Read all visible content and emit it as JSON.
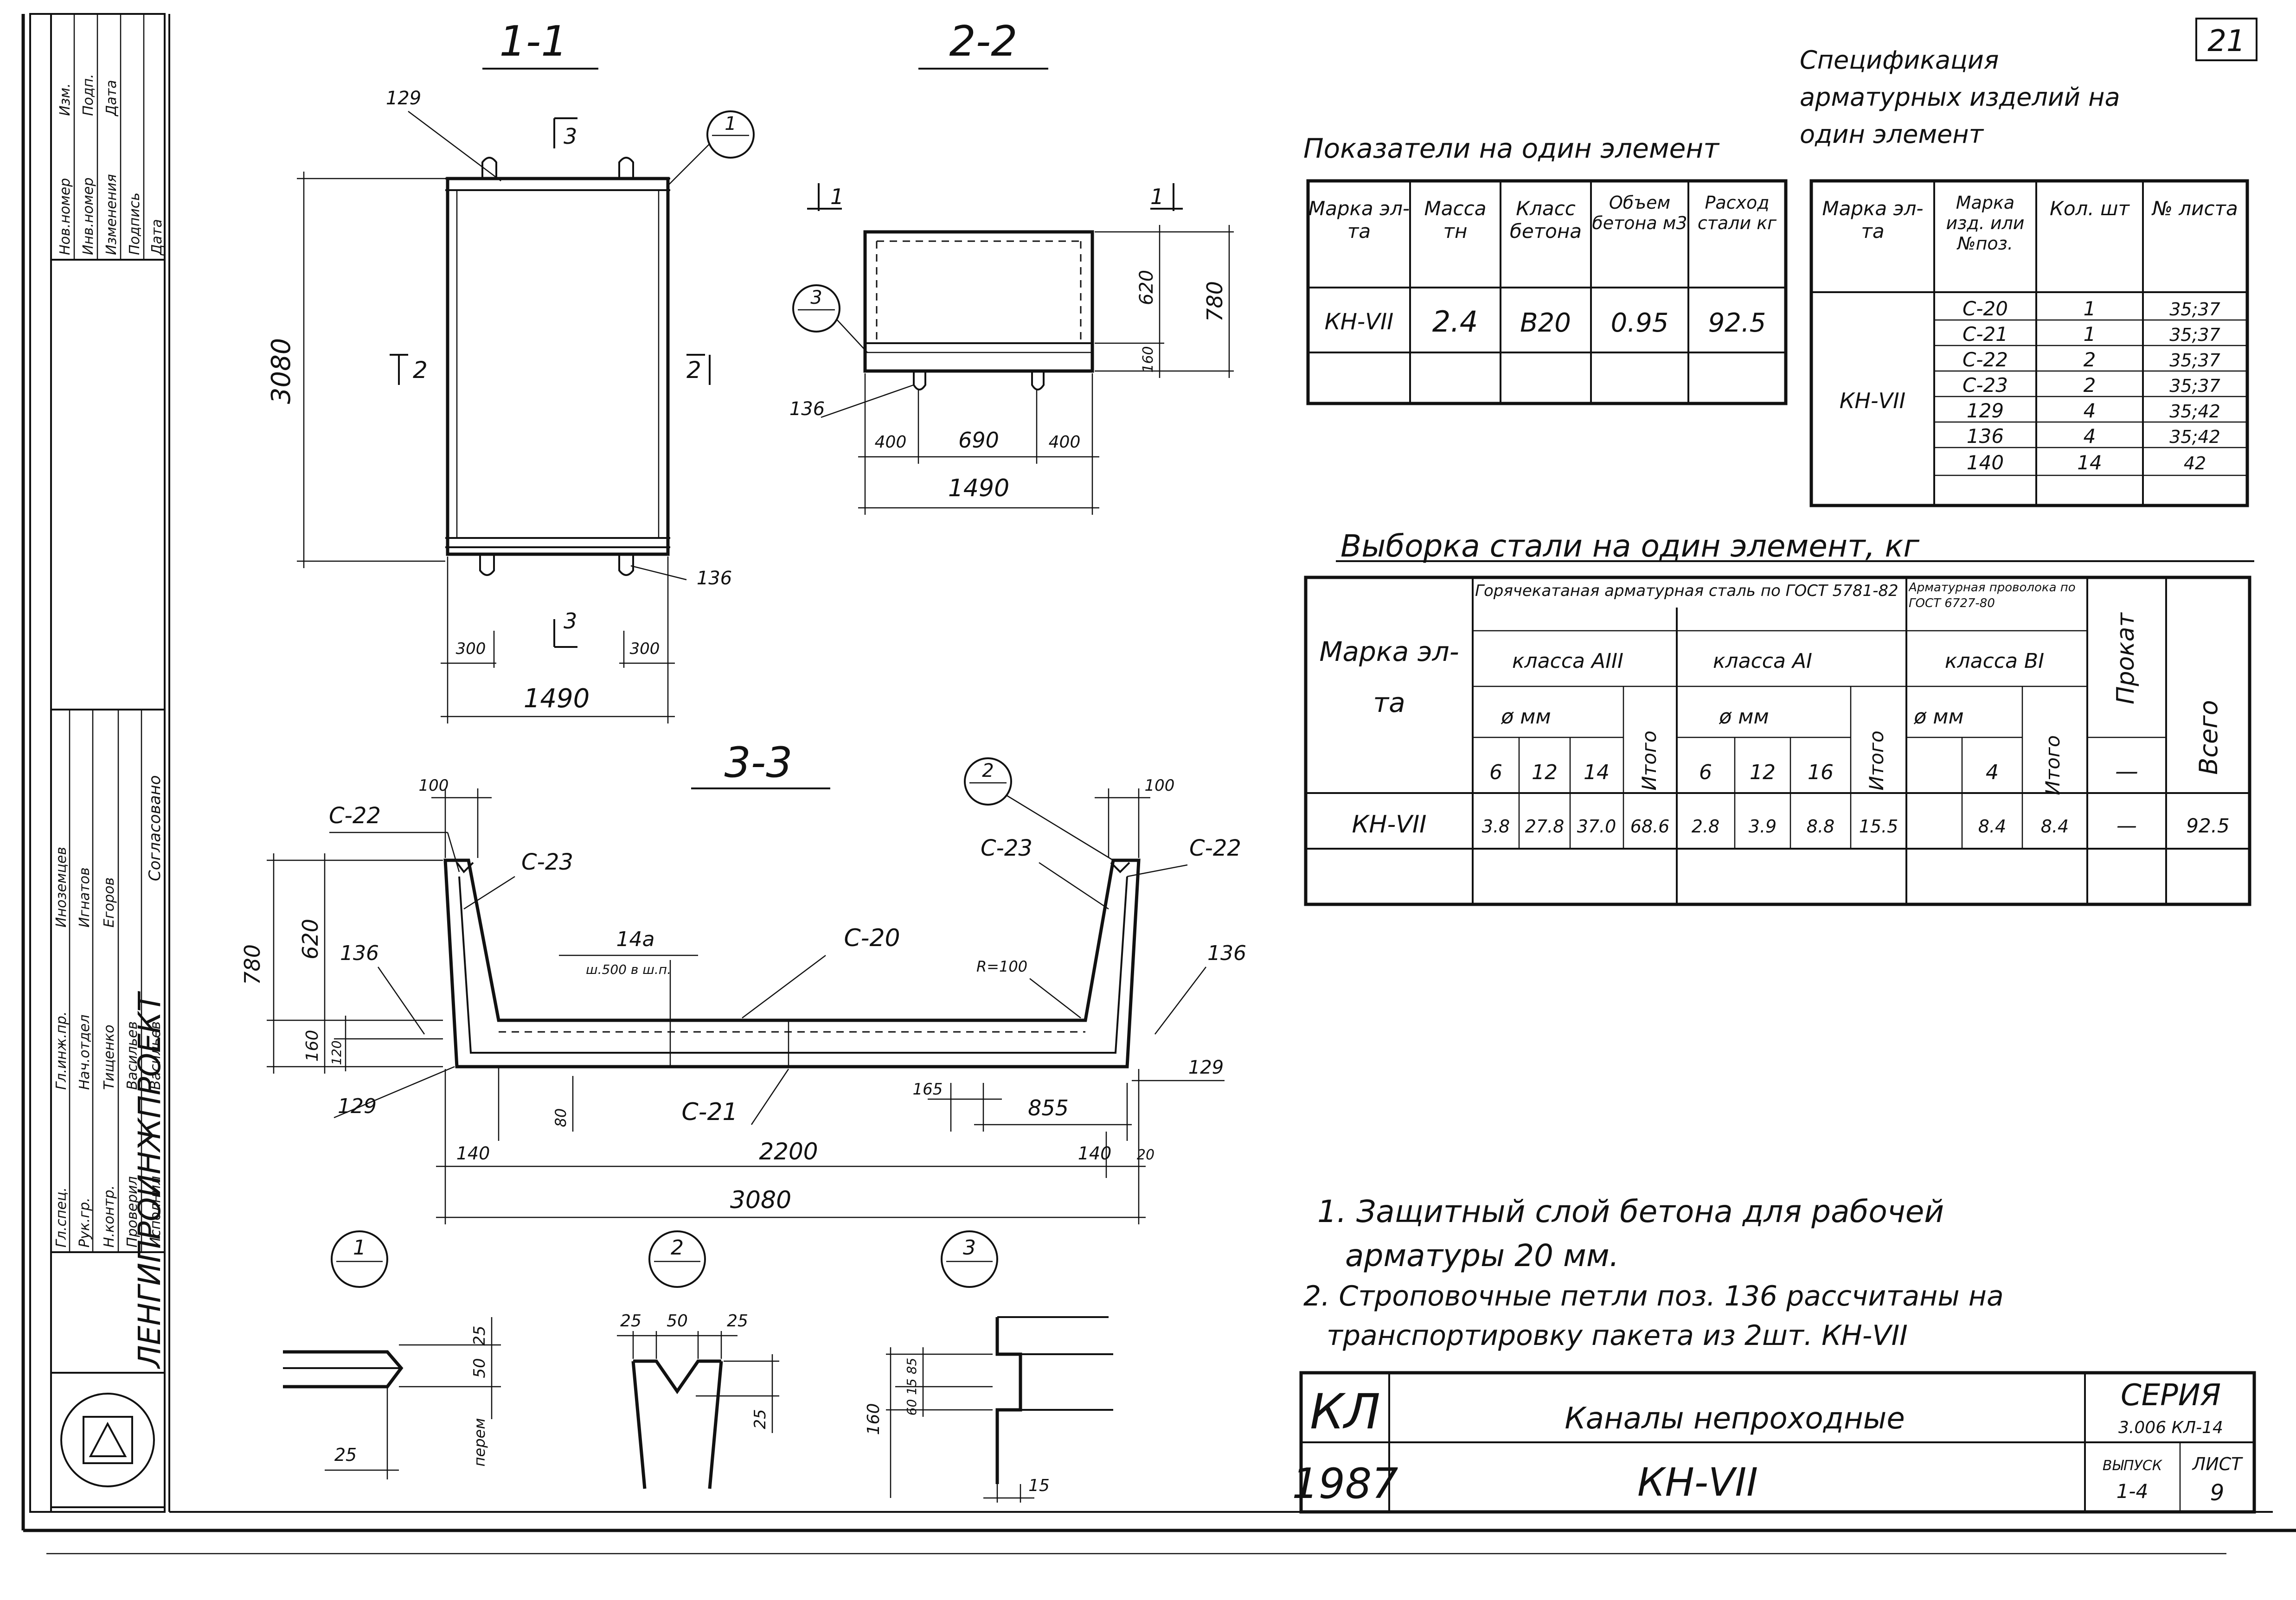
{
  "sheet": {
    "page_number": "21",
    "title_block": {
      "code": "КЛ",
      "year": "1987",
      "name": "Каналы непроходные",
      "mark": "КН-VII",
      "series_label": "СЕРИЯ",
      "series_value": "3.006 КЛ-14",
      "issue_label": "ВЫПУСК",
      "issue_value": "1-4",
      "sheet_label": "ЛИСТ",
      "sheet_value": "9"
    },
    "side_stamp": {
      "org": "ЛЕНГИПРОИНЖПРОЕКТ",
      "rows": [
        "Гл.спец.",
        "Рук.гр.",
        "Н.контр.",
        "Проверил",
        "Исполнил",
        "Гл.инж.пр.",
        "Нач.отдел"
      ],
      "names": [
        "Тищенко",
        "Васильев",
        "Васильев",
        "Иноземцев",
        "Игнатов",
        "Егоров"
      ],
      "agreed": "Согласовано",
      "changes_header": [
        "Изм.",
        "Подп.",
        "Дата"
      ],
      "vertical_labels": [
        "Нов.номер",
        "Инв.номер",
        "Изменения",
        "Подпись",
        "Дата"
      ]
    }
  },
  "views": {
    "section_1_1": {
      "label": "1-1",
      "height": "3080",
      "width_total": "1490",
      "dim_300_left": "300",
      "dim_300_right": "300",
      "pos_129": "129",
      "pos_136": "136",
      "cut_2_left": "2",
      "cut_2_right": "2",
      "cut_3_top": "3",
      "cut_3_bottom": "3",
      "node_1": "1"
    },
    "section_2_2": {
      "label": "2-2",
      "cut_1_left": "1",
      "cut_1_right": "1",
      "h_620": "620",
      "h_160": "160",
      "h_780": "780",
      "d_400_left": "400",
      "d_690": "690",
      "d_400_right": "400",
      "total_1490": "1490",
      "pos_136": "136",
      "node_3": "3"
    },
    "section_3_3": {
      "label": "3-3",
      "c22_left": "С-22",
      "c23_left": "С-23",
      "c20": "С-20",
      "c23_right": "С-23",
      "c22_right": "С-22",
      "c21": "С-21",
      "pos_136_left": "136",
      "pos_136_right": "136",
      "pos_129_left": "129",
      "pos_129_right": "129",
      "pos_140_mark": "14а",
      "pos_140_note": "ш.500 в ш.п.",
      "radius": "R=100",
      "d_100_left": "100",
      "d_100_right": "100",
      "h_780": "780",
      "h_620": "620",
      "h_160": "160",
      "h_120": "120",
      "h_80": "80",
      "d_165": "165",
      "d_855": "855",
      "d_140_left": "140",
      "d_2200": "2200",
      "d_140_right": "140",
      "d_20": "20",
      "d_3080": "3080",
      "node_2": "2"
    },
    "detail_1": {
      "label": "1",
      "d_25_top": "25",
      "d_50": "50",
      "d_25_bottom": "25",
      "note": "перем"
    },
    "detail_2": {
      "label": "2",
      "d_25_left": "25",
      "d_50": "50",
      "d_25_right": "25",
      "d_25_side": "25"
    },
    "detail_3": {
      "label": "3",
      "h_160": "160",
      "h_sub": "60 15 85",
      "d_15": "15"
    }
  },
  "indicators": {
    "title": "Показатели на один элемент",
    "headers": [
      "Марка эл-та",
      "Масса тн",
      "Класс бетона",
      "Объем бетона м3",
      "Расход стали кг"
    ],
    "rows": [
      [
        "КН-VII",
        "2.4",
        "В20",
        "0.95",
        "92.5"
      ],
      [
        "",
        "",
        "",
        "",
        ""
      ]
    ]
  },
  "specification": {
    "title": "Спецификация арматурных изделий на один элемент",
    "headers": [
      "Марка эл-та",
      "Марка изд. или №поз.",
      "Кол. шт",
      "№ листа"
    ],
    "mark": "КН-VII",
    "rows": [
      [
        "С-20",
        "1",
        "35;37"
      ],
      [
        "С-21",
        "1",
        "35;37"
      ],
      [
        "С-22",
        "2",
        "35;37"
      ],
      [
        "С-23",
        "2",
        "35;37"
      ],
      [
        "129",
        "4",
        "35;42"
      ],
      [
        "136",
        "4",
        "35;42"
      ],
      [
        "140",
        "14",
        "42"
      ]
    ]
  },
  "steel": {
    "title": "Выборка стали на один элемент, кг",
    "col_mark": "Марка эл-та",
    "hot_rolled": "Горячекатаная арматурная сталь по ГОСТ 5781-82",
    "wire": "Арматурная проволока по ГОСТ 6727-80",
    "class_a3": "класса АIII",
    "class_a1": "класса АI",
    "class_b1": "класса ВI",
    "diam": "ø мм",
    "total_word": "Итого",
    "rolled": "Прокат",
    "grand": "Всего",
    "diams_a3": [
      "6",
      "12",
      "14"
    ],
    "diams_a1": [
      "6",
      "12",
      "16"
    ],
    "diams_b1": [
      "",
      "4"
    ],
    "row": {
      "mark": "КН-VII",
      "a3": [
        "3.8",
        "27.8",
        "37.0"
      ],
      "a3_total": "68.6",
      "a1": [
        "2.8",
        "3.9",
        "8.8"
      ],
      "a1_total": "15.5",
      "b1": [
        "",
        "8.4"
      ],
      "b1_total": "8.4",
      "rolled": "—",
      "grand": "92.5"
    },
    "dash": "—"
  },
  "notes": [
    "1. Защитный слой бетона для рабочей",
    "арматуры 20 мм.",
    "2. Строповочные петли поз. 136 рассчитаны на",
    "транспортировку пакета из 2шт. КН-VII"
  ]
}
